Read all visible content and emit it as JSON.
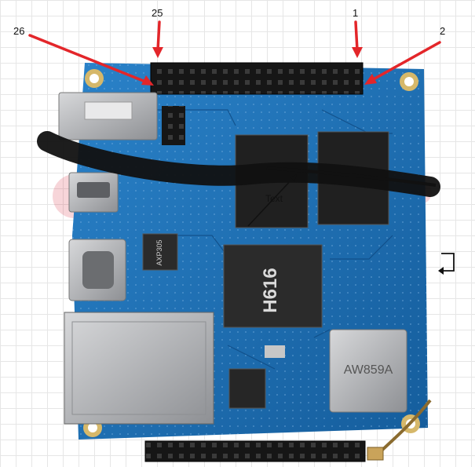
{
  "pin_labels": {
    "pin_26": "26",
    "pin_25": "25",
    "pin_1": "1",
    "pin_2": "2"
  },
  "annotation_text": "Text",
  "soc_chip": {
    "line1": "H616"
  },
  "wifi_module": {
    "line1": "AW859A"
  },
  "audio_chip": {
    "line1": "AXP305"
  },
  "icons": {
    "return": "return-arrow-icon"
  },
  "colors": {
    "board": "#1d6fb8",
    "arrow_red": "#e3262a",
    "header_black": "#1a1a1a",
    "chip_dark": "#2b2b2b",
    "metal": "#b8b9bb"
  }
}
